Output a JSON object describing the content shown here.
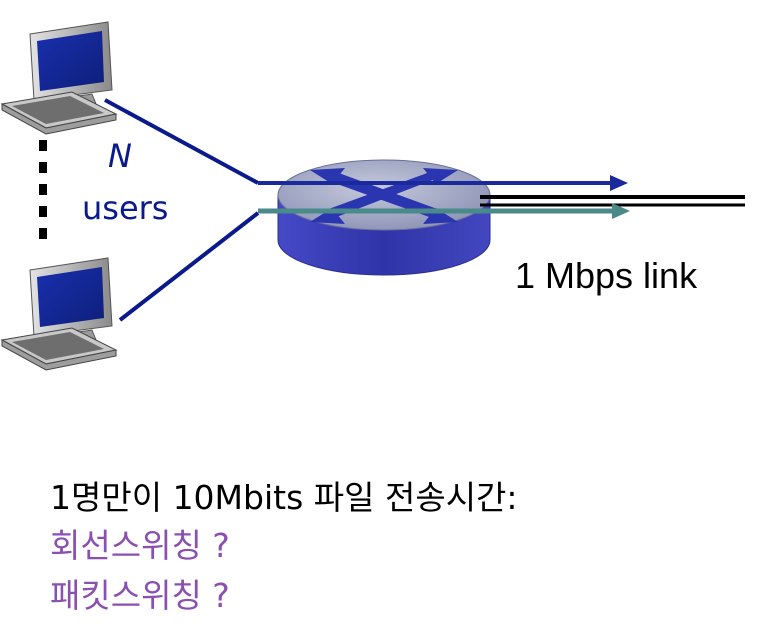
{
  "network": {
    "users_count": "N",
    "users_text": "users",
    "link_label": "1 Mbps link"
  },
  "question": {
    "title": "1명만이 10Mbits 파일 전송시간:",
    "circuit_switching": "회선스위칭 ?",
    "packet_switching": "패킷스위칭 ?"
  },
  "colors": {
    "user_line": "#0a1a8c",
    "arrow_one": "#1a2a9c",
    "arrow_two": "#4a8a8a",
    "router_top": "#aab0cc",
    "router_side": "#3a3fb8",
    "question_accent": "#8a4fb0"
  },
  "icons": [
    "computer-icon",
    "router-icon"
  ]
}
